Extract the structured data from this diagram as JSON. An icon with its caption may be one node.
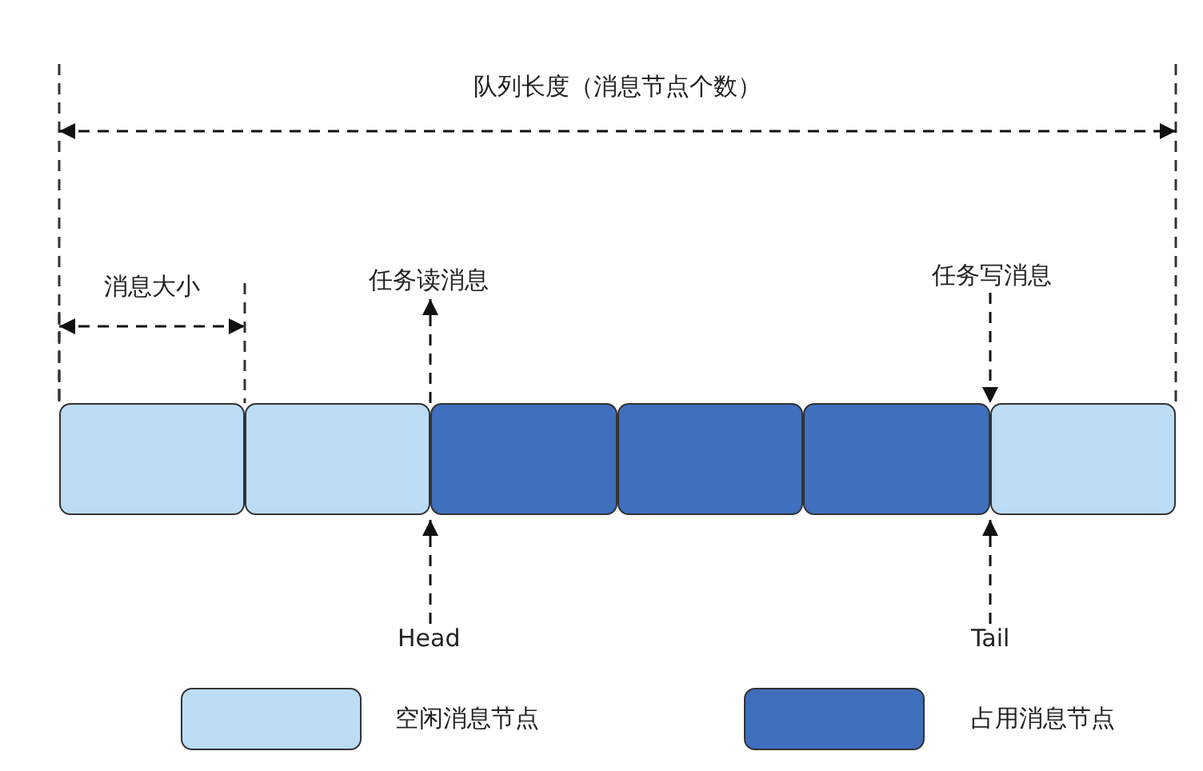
{
  "diagram": {
    "nodes": [
      {
        "text": [],
        "shape": "box"
      },
      {
        "text": [],
        "shape": "box"
      },
      {
        "text": [],
        "shape": "box"
      },
      {
        "text": [],
        "shape": "box"
      },
      {
        "text": [],
        "shape": "box"
      },
      {
        "text": [],
        "shape": "box"
      },
      {
        "text": [
          "任务读消息"
        ]
      },
      {
        "text": [
          "任务写消息"
        ]
      },
      {
        "text": [
          "Head"
        ]
      },
      {
        "text": [
          "Tail"
        ]
      }
    ],
    "edges": [
      {
        "from": 2,
        "to": 6,
        "arrow": "to"
      },
      {
        "from": 7,
        "to": 5,
        "arrow": "to"
      },
      {
        "from": 8,
        "to": 2,
        "arrow": "to"
      },
      {
        "from": 9,
        "to": 5,
        "arrow": "to"
      }
    ],
    "labels": [
      "队列长度（消息节点个数）",
      "消息大小"
    ],
    "legend": [
      {
        "text": "空闲消息节点",
        "color": "#bcdcf6"
      },
      {
        "text": "占用消息节点",
        "color": "#3f6fbd"
      }
    ]
  }
}
